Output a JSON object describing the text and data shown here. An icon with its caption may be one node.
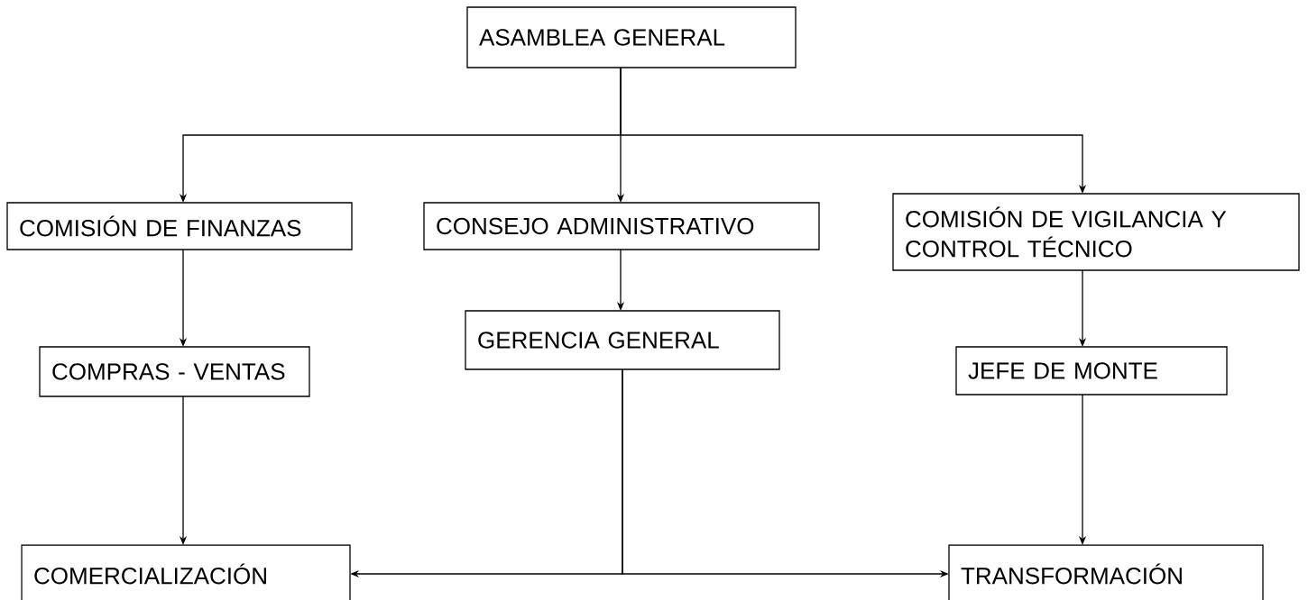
{
  "diagram": {
    "nodes": [
      {
        "text": [
          "ASAMBLEA GENERAL"
        ]
      },
      {
        "text": [
          "COMISIÓN DE FINANZAS"
        ]
      },
      {
        "text": [
          "CONSEJO ADMINISTRATIVO"
        ]
      },
      {
        "text": [
          "COMISIÓN DE VIGILANCIA Y CONTROL TÉCNICO"
        ]
      },
      {
        "text": [
          "GERENCIA GENERAL"
        ]
      },
      {
        "text": [
          "COMPRAS - VENTAS"
        ]
      },
      {
        "text": [
          "JEFE DE MONTE"
        ]
      },
      {
        "text": [
          "COMERCIALIZACIÓN"
        ]
      },
      {
        "text": [
          "TRANSFORMACIÓN"
        ]
      }
    ],
    "edges": [
      {
        "from": 0,
        "to": 1,
        "arrow": "to"
      },
      {
        "from": 0,
        "to": 2,
        "arrow": "to"
      },
      {
        "from": 0,
        "to": 3,
        "arrow": "to"
      },
      {
        "from": 2,
        "to": 4,
        "arrow": "to"
      },
      {
        "from": 1,
        "to": 5,
        "arrow": "to"
      },
      {
        "from": 3,
        "to": 6,
        "arrow": "to"
      },
      {
        "from": 5,
        "to": 7,
        "arrow": "to"
      },
      {
        "from": 6,
        "to": 8,
        "arrow": "to"
      },
      {
        "from": 4,
        "to": 7,
        "arrow": "to"
      },
      {
        "from": 4,
        "to": 8,
        "arrow": "to"
      }
    ]
  }
}
